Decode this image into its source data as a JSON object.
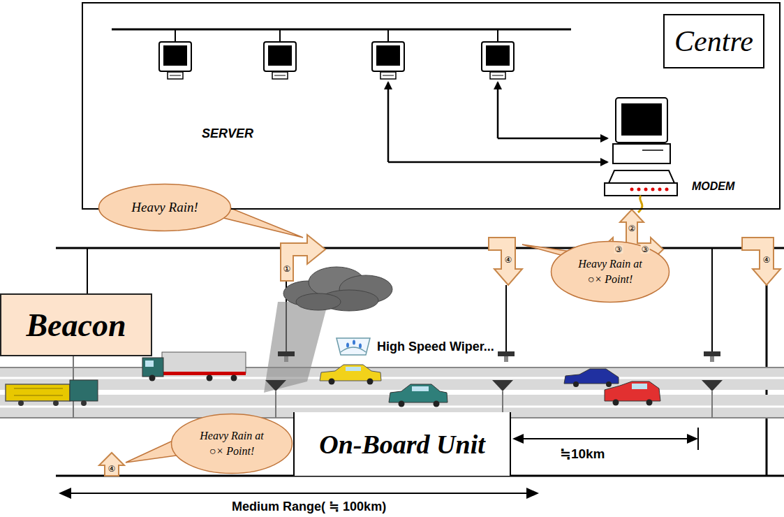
{
  "diagram": {
    "nodes": [
      {
        "text": [
          "SERVER",
          "MODEM"
        ]
      },
      {
        "text": [
          "Centre"
        ],
        "in": 0
      },
      {
        "text": [
          "Heavy Rain!"
        ]
      },
      {
        "text": [
          "Heavy Rain at ○× Point!"
        ]
      },
      {
        "text": [
          "Beacon"
        ]
      },
      {
        "text": [
          "Heavy Rain at ○× Point!"
        ]
      },
      {
        "text": [
          "On-Board Unit"
        ]
      }
    ],
    "labels": [
      "②",
      "③",
      "③",
      "④",
      "④",
      "①",
      "High Speed Wiper...",
      "≒10km",
      "④",
      "Medium Range( ≒ 100km)"
    ]
  }
}
